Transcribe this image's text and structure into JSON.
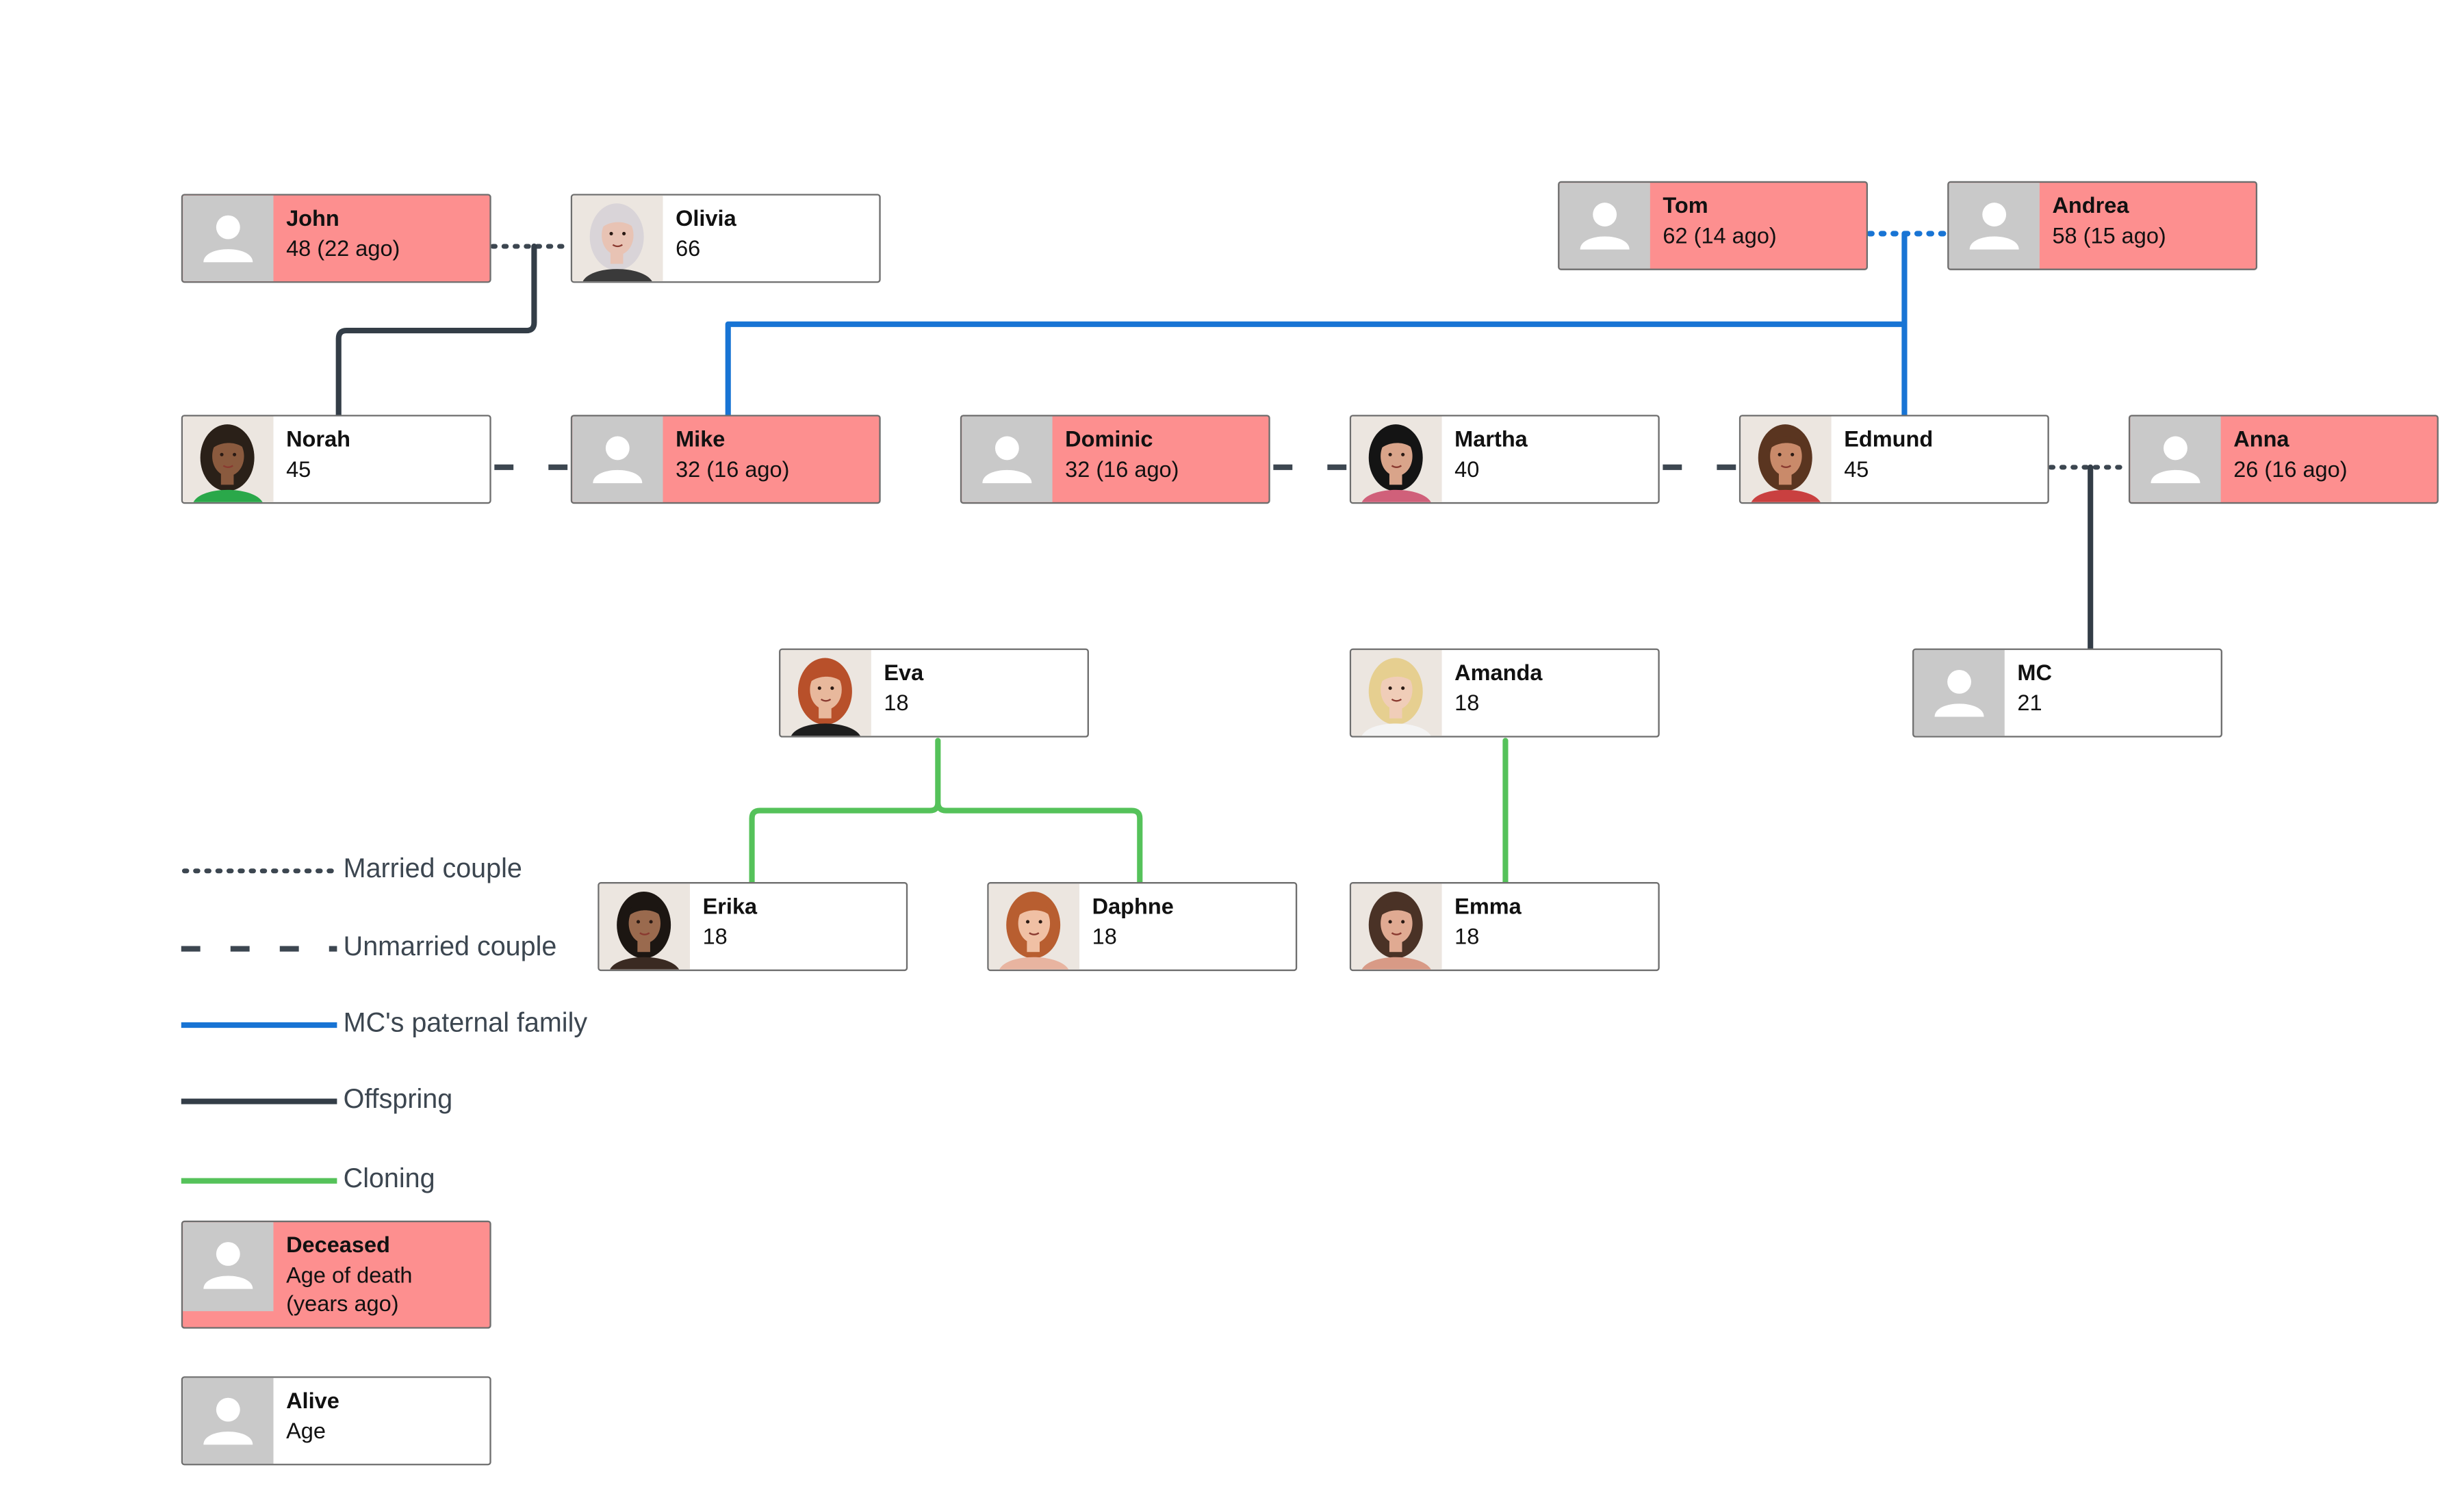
{
  "people": {
    "john": {
      "name": "John",
      "age": "48 (22 ago)",
      "deceased": true,
      "photo": false
    },
    "olivia": {
      "name": "Olivia",
      "age": "66",
      "deceased": false,
      "photo": true,
      "hair": "#d9d4d8",
      "skin": "#e8c3b4",
      "shirt": "#3a3a3a"
    },
    "tom": {
      "name": "Tom",
      "age": "62 (14 ago)",
      "deceased": true,
      "photo": false
    },
    "andrea": {
      "name": "Andrea",
      "age": "58 (15 ago)",
      "deceased": true,
      "photo": false
    },
    "norah": {
      "name": "Norah",
      "age": "45",
      "deceased": false,
      "photo": true,
      "hair": "#2a2018",
      "skin": "#8a5a3e",
      "shirt": "#2aa84a"
    },
    "mike": {
      "name": "Mike",
      "age": "32 (16 ago)",
      "deceased": true,
      "photo": false
    },
    "dominic": {
      "name": "Dominic",
      "age": "32 (16 ago)",
      "deceased": true,
      "photo": false
    },
    "martha": {
      "name": "Martha",
      "age": "40",
      "deceased": false,
      "photo": true,
      "hair": "#141414",
      "skin": "#d9a48a",
      "shirt": "#d0607a"
    },
    "edmund": {
      "name": "Edmund",
      "age": "45",
      "deceased": false,
      "photo": true,
      "hair": "#5a3520",
      "skin": "#c98a6a",
      "shirt": "#c94040"
    },
    "anna": {
      "name": "Anna",
      "age": "26 (16 ago)",
      "deceased": true,
      "photo": false
    },
    "eva": {
      "name": "Eva",
      "age": "18",
      "deceased": false,
      "photo": true,
      "hair": "#b8502a",
      "skin": "#e8b89c",
      "shirt": "#1e1e1e"
    },
    "amanda": {
      "name": "Amanda",
      "age": "18",
      "deceased": false,
      "photo": true,
      "hair": "#e6cf90",
      "skin": "#f0cdb8",
      "shirt": "#f4f4f4"
    },
    "mc": {
      "name": "MC",
      "age": "21",
      "deceased": false,
      "photo": false
    },
    "erika": {
      "name": "Erika",
      "age": "18",
      "deceased": false,
      "photo": true,
      "hair": "#1c1612",
      "skin": "#9a6a4e",
      "shirt": "#3a2a22"
    },
    "daphne": {
      "name": "Daphne",
      "age": "18",
      "deceased": false,
      "photo": true,
      "hair": "#b85e30",
      "skin": "#f0c0a4",
      "shirt": "#e8b4a0"
    },
    "emma": {
      "name": "Emma",
      "age": "18",
      "deceased": false,
      "photo": true,
      "hair": "#4a3226",
      "skin": "#e0aa92",
      "shirt": "#d89a86"
    }
  },
  "legend": {
    "married": "Married couple",
    "unmarried": "Unmarried couple",
    "paternal": "MC's paternal family",
    "offspring": "Offspring",
    "cloning": "Cloning",
    "deceased_card": {
      "name": "Deceased",
      "age": "Age of death\n(years ago)"
    },
    "alive_card": {
      "name": "Alive",
      "age": "Age"
    }
  },
  "colors": {
    "deceased_fill": "#fd8f8f",
    "alive_fill": "#ffffff",
    "placeholder_fill": "#c9c9c9",
    "married_line": "#3c4650",
    "offspring_line": "#333d47",
    "paternal_line": "#1874d4",
    "cloning_line": "#55c25a"
  }
}
